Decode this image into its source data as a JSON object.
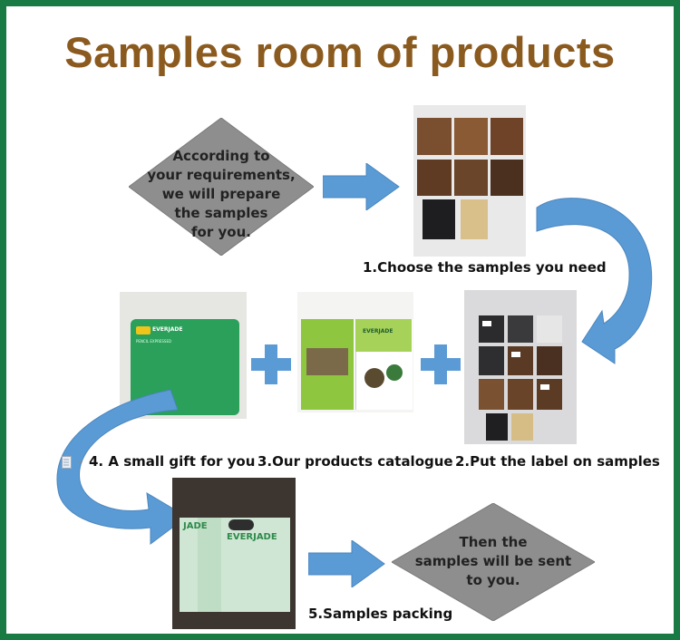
{
  "title": "Samples room of products",
  "diamond_top": {
    "lines": [
      "According to",
      "your requirements,",
      "we will prepare",
      "the samples",
      "for you."
    ]
  },
  "diamond_bottom": {
    "lines": [
      "Then the",
      "samples will be sent",
      "to you."
    ]
  },
  "captions": {
    "step1": "1.Choose the samples you need",
    "step2": "2.Put the label on samples",
    "step3": "3.Our products catalogue",
    "step4": "4. A small gift for you",
    "step4_prefix": "-",
    "step5": "5.Samples packing"
  },
  "photo_text": {
    "mousepad_brand": "EVERJADE",
    "mousepad_sub": "PENCIL EXPRESSED",
    "catalogue_brand": "EVERJADE",
    "package_brand": "EVERJADE",
    "package_brand_partial": "JADE"
  },
  "colors": {
    "frame": "#1a7a44",
    "title": "#8b5a1f",
    "diamond": "#8e8e8e",
    "arrow": "#5b9bd5",
    "mousepad": "#2aa05a"
  }
}
